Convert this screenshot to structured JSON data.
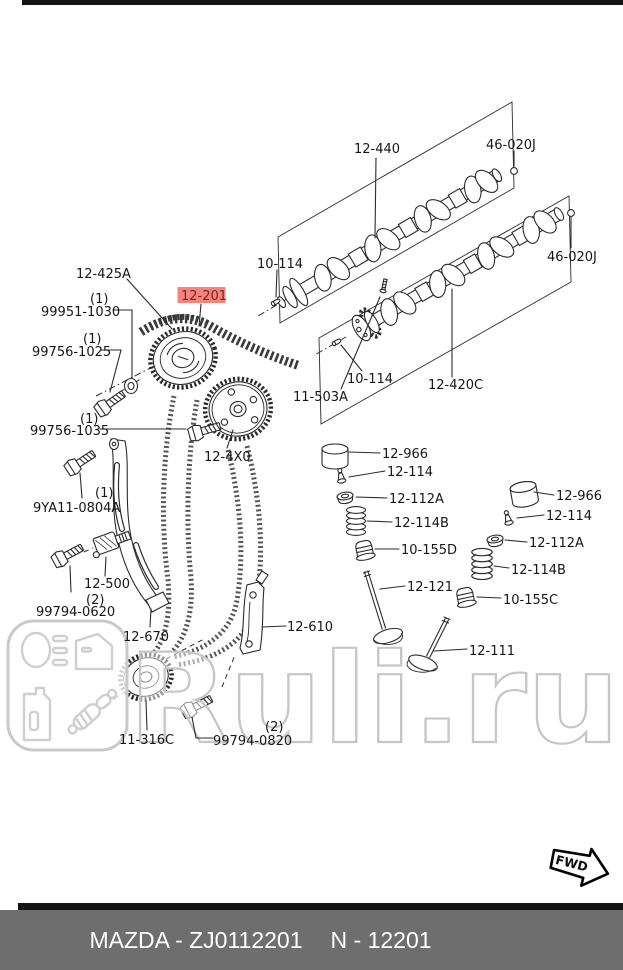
{
  "diagram": {
    "callouts": [
      {
        "id": "camshaft-intake",
        "text": "12-440"
      },
      {
        "id": "cam-bolt-a",
        "text": "46-020J"
      },
      {
        "id": "cam-pin-a",
        "text": "10-114"
      },
      {
        "id": "cam-bolt-b",
        "text": "46-020J"
      },
      {
        "id": "cam-sprocket",
        "text": "12-425A"
      },
      {
        "id": "timing-chain",
        "text": "12-201",
        "highlighted": true
      },
      {
        "id": "qty-99951-1030",
        "text": "(1)"
      },
      {
        "id": "washer-99951-1030",
        "text": "99951-1030"
      },
      {
        "id": "qty-99756-1025",
        "text": "(1)"
      },
      {
        "id": "bolt-99756-1025",
        "text": "99756-1025"
      },
      {
        "id": "qty-99756-1035",
        "text": "(1)"
      },
      {
        "id": "bolt-99756-1035",
        "text": "99756-1035"
      },
      {
        "id": "vvt-actuator",
        "text": "12-4X0"
      },
      {
        "id": "cam-pin-b",
        "text": "10-114"
      },
      {
        "id": "cylinder-head",
        "text": "11-503A"
      },
      {
        "id": "camshaft-exhaust",
        "text": "12-420C"
      },
      {
        "id": "qty-9YA11-0804A",
        "text": "(1)"
      },
      {
        "id": "bolt-9YA11-0804A",
        "text": "9YA11-0804A"
      },
      {
        "id": "chain-tensioner",
        "text": "12-500"
      },
      {
        "id": "qty-99794-0620",
        "text": "(2)"
      },
      {
        "id": "bolt-99794-0620",
        "text": "99794-0620"
      },
      {
        "id": "chain-guide-left",
        "text": "12-670"
      },
      {
        "id": "crank-sprocket",
        "text": "11-316C"
      },
      {
        "id": "qty-99794-0820",
        "text": "(2)"
      },
      {
        "id": "bolt-99794-0820",
        "text": "99794-0820"
      },
      {
        "id": "chain-guide-right",
        "text": "12-610"
      },
      {
        "id": "tappet-a",
        "text": "12-966"
      },
      {
        "id": "valve-keeper-a",
        "text": "12-114"
      },
      {
        "id": "spring-seat-a",
        "text": "12-112A"
      },
      {
        "id": "valve-spring-a",
        "text": "12-114B"
      },
      {
        "id": "stem-seal-a",
        "text": "10-155D"
      },
      {
        "id": "valve-intake",
        "text": "12-121"
      },
      {
        "id": "valve-exhaust",
        "text": "12-111"
      },
      {
        "id": "tappet-b",
        "text": "12-966"
      },
      {
        "id": "valve-keeper-b",
        "text": "12-114"
      },
      {
        "id": "spring-seat-b",
        "text": "12-112A"
      },
      {
        "id": "valve-spring-b",
        "text": "12-114B"
      },
      {
        "id": "stem-seal-b",
        "text": "10-155C"
      }
    ]
  },
  "colors": {
    "highlight_bg": "#f2867e",
    "highlight_text": "#8c1d18",
    "footer_bg": "#6e6e6e",
    "line": "#2b2b2b",
    "watermark": "#c9c9c9"
  },
  "watermark": {
    "text": "Ruli.ru"
  },
  "fwd": {
    "label": "FWD"
  },
  "footer": {
    "left": "MAZDA - ZJ0112201",
    "right": "N - 12201"
  }
}
